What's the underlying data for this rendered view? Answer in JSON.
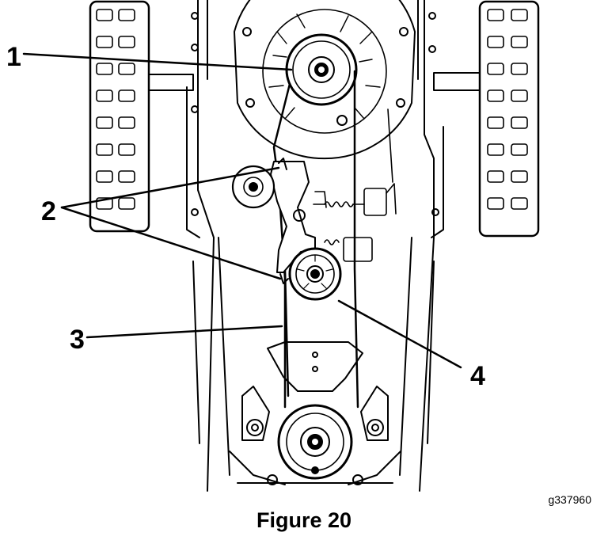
{
  "callouts": [
    "1",
    "2",
    "3",
    "4"
  ],
  "reference_code": "g337960",
  "caption": "Figure 20"
}
